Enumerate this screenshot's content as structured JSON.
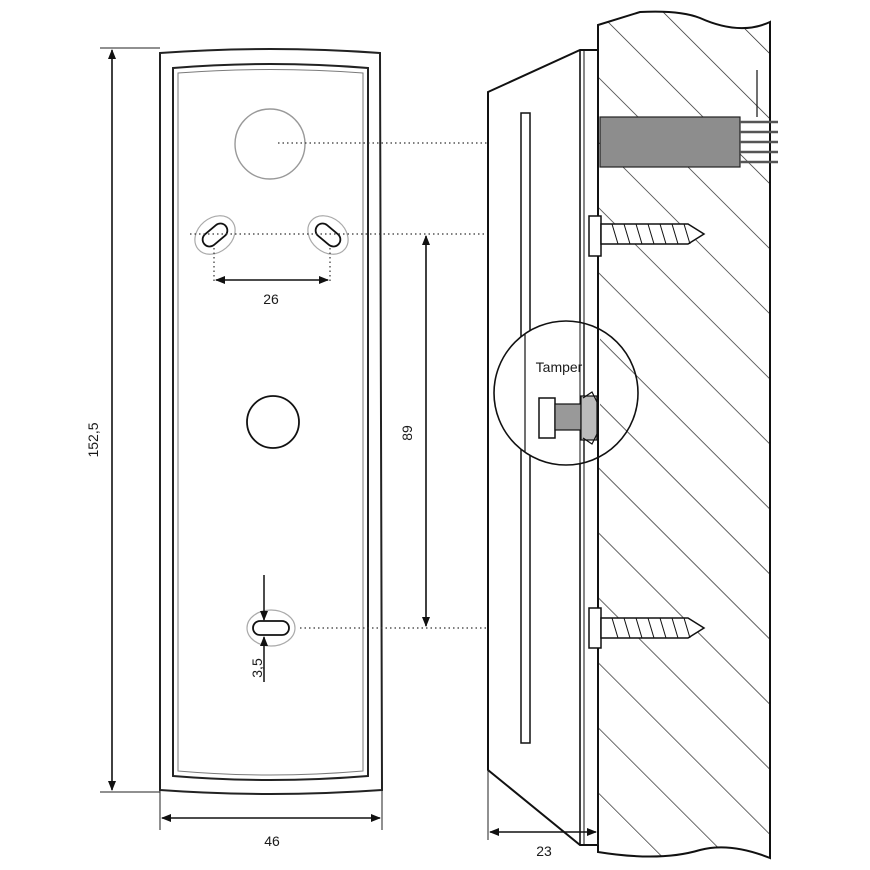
{
  "dimensions": {
    "height": "152,5",
    "width": "46",
    "depth": "23",
    "hole_spacing": "26",
    "vertical_spacing": "89",
    "slot": "3,5"
  },
  "callout": "Tamper"
}
